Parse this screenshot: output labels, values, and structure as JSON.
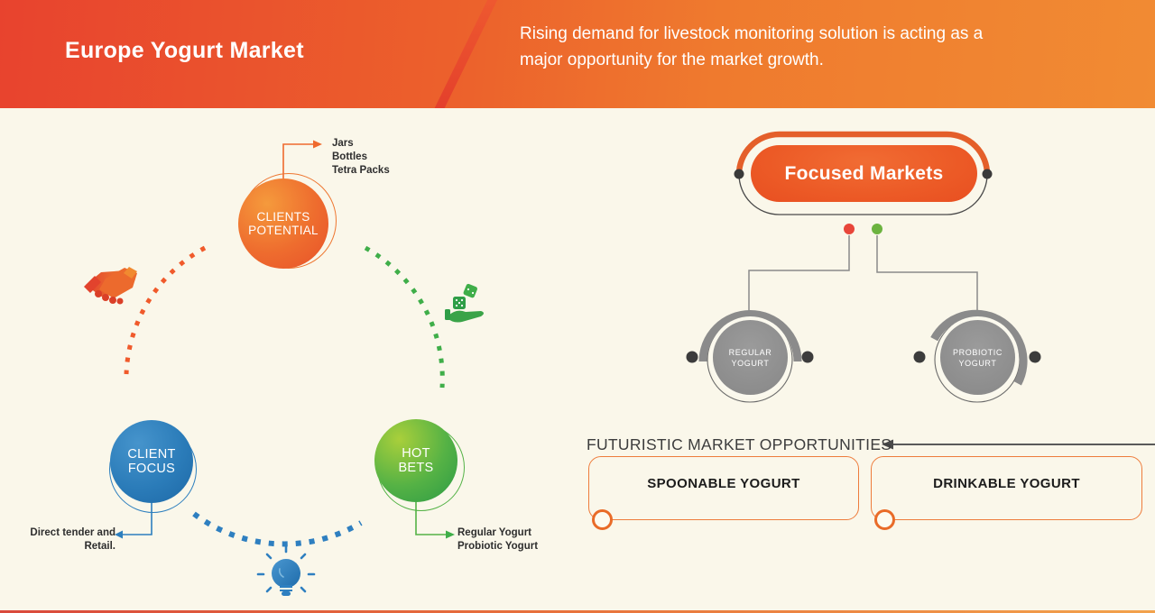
{
  "header": {
    "title": "Europe Yogurt Market",
    "subtitle": "Rising demand for livestock monitoring solution is acting as a\nmajor opportunity for the market growth."
  },
  "cycle": {
    "potential": {
      "label": "CLIENTS\nPOTENTIAL",
      "note": "Jars\nBottles\nTetra Packs"
    },
    "focus": {
      "label": "CLIENT\nFOCUS",
      "note": "Direct tender and\nRetail."
    },
    "hot_bets": {
      "label": "HOT\nBETS",
      "note": "Regular Yogurt\nProbiotic Yogurt"
    },
    "icons": [
      "handshake-icon",
      "dice-hand-icon",
      "lightbulb-icon"
    ]
  },
  "focused_markets": {
    "title": "Focused Markets",
    "segments": [
      {
        "label": "REGULAR\nYOGURT"
      },
      {
        "label": "PROBIOTIC\nYOGURT"
      }
    ],
    "dot_colors": [
      "#e8463a",
      "#6cb33f"
    ]
  },
  "opportunities": {
    "heading": "FUTURISTIC MARKET OPPORTUNITIES",
    "items": [
      {
        "label": "SPOONABLE YOGURT"
      },
      {
        "label": "DRINKABLE YOGURT"
      }
    ]
  },
  "colors": {
    "header_red": "#e8432e",
    "header_orange": "#f18b33",
    "accent_orange": "#ed5b28",
    "accent_blue": "#2d7fbe",
    "accent_green": "#3fae49",
    "segment_gray": "#8b8b8b",
    "background_cream": "#faf7ea"
  }
}
